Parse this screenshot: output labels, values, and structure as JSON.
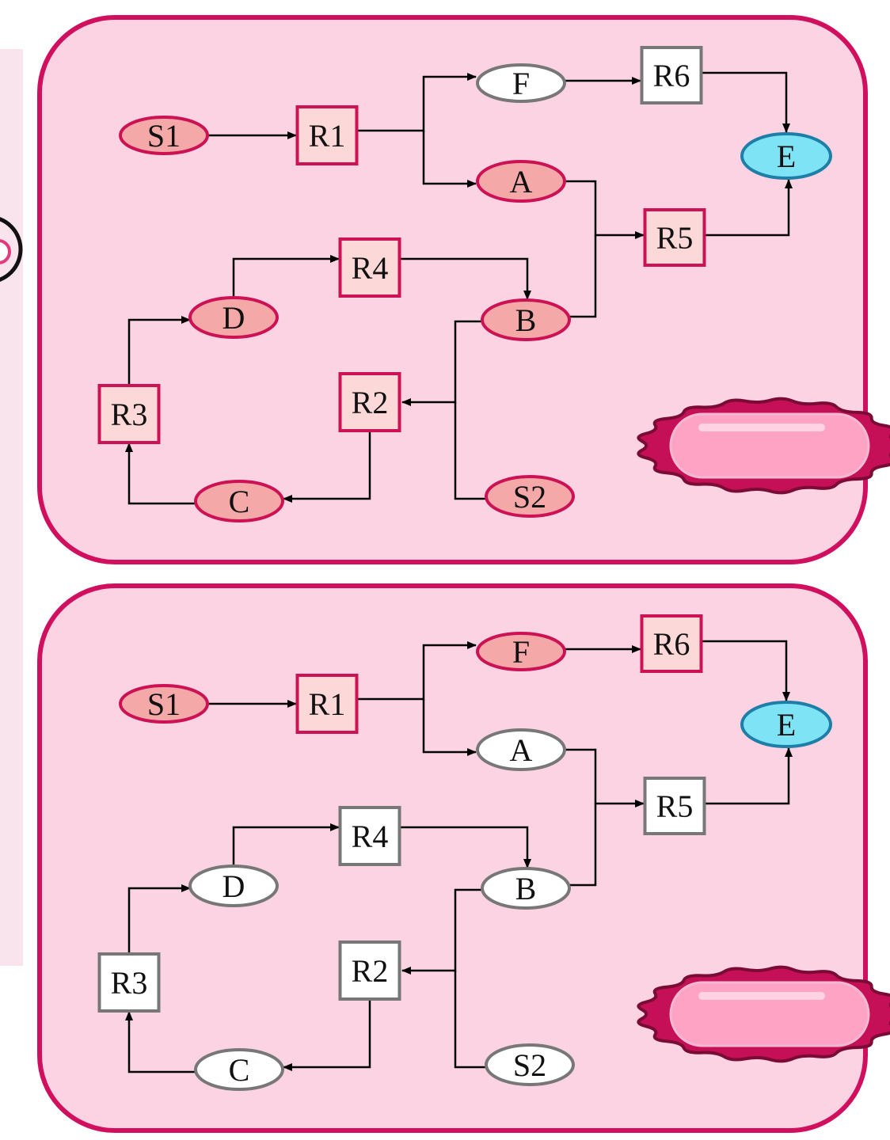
{
  "colors": {
    "panel_fill": "#fcd3e3",
    "panel_stroke": "#d0105f",
    "side_strip_fill": "#f9e4ee",
    "active_fill": "#f4a8a8",
    "active_stroke": "#cc1155",
    "reaction_active_fill": "#fcd8d8",
    "inactive_fill": "#ffffff",
    "inactive_stroke": "#777777",
    "target_fill": "#7fe3f6",
    "target_stroke": "#1d7fa7",
    "bacterium_body": "#c50f57",
    "bacterium_capsule": "#ffa3c5"
  },
  "panels": [
    {
      "id": "top",
      "nodes": [
        {
          "id": "S1",
          "label": "S1",
          "kind": "metabolite",
          "state": "active"
        },
        {
          "id": "R1",
          "label": "R1",
          "kind": "reaction",
          "state": "active"
        },
        {
          "id": "F",
          "label": "F",
          "kind": "metabolite",
          "state": "inactive"
        },
        {
          "id": "R6",
          "label": "R6",
          "kind": "reaction",
          "state": "inactive"
        },
        {
          "id": "A",
          "label": "A",
          "kind": "metabolite",
          "state": "active"
        },
        {
          "id": "E",
          "label": "E",
          "kind": "metabolite",
          "state": "target"
        },
        {
          "id": "R5",
          "label": "R5",
          "kind": "reaction",
          "state": "active"
        },
        {
          "id": "R4",
          "label": "R4",
          "kind": "reaction",
          "state": "active"
        },
        {
          "id": "D",
          "label": "D",
          "kind": "metabolite",
          "state": "active"
        },
        {
          "id": "B",
          "label": "B",
          "kind": "metabolite",
          "state": "active"
        },
        {
          "id": "R3",
          "label": "R3",
          "kind": "reaction",
          "state": "active"
        },
        {
          "id": "R2",
          "label": "R2",
          "kind": "reaction",
          "state": "active"
        },
        {
          "id": "C",
          "label": "C",
          "kind": "metabolite",
          "state": "active"
        },
        {
          "id": "S2",
          "label": "S2",
          "kind": "metabolite",
          "state": "active"
        }
      ]
    },
    {
      "id": "bottom",
      "nodes": [
        {
          "id": "S1",
          "label": "S1",
          "kind": "metabolite",
          "state": "active"
        },
        {
          "id": "R1",
          "label": "R1",
          "kind": "reaction",
          "state": "active"
        },
        {
          "id": "F",
          "label": "F",
          "kind": "metabolite",
          "state": "active"
        },
        {
          "id": "R6",
          "label": "R6",
          "kind": "reaction",
          "state": "active"
        },
        {
          "id": "A",
          "label": "A",
          "kind": "metabolite",
          "state": "inactive"
        },
        {
          "id": "E",
          "label": "E",
          "kind": "metabolite",
          "state": "target"
        },
        {
          "id": "R5",
          "label": "R5",
          "kind": "reaction",
          "state": "inactive"
        },
        {
          "id": "R4",
          "label": "R4",
          "kind": "reaction",
          "state": "inactive"
        },
        {
          "id": "D",
          "label": "D",
          "kind": "metabolite",
          "state": "inactive"
        },
        {
          "id": "B",
          "label": "B",
          "kind": "metabolite",
          "state": "inactive"
        },
        {
          "id": "R3",
          "label": "R3",
          "kind": "reaction",
          "state": "inactive"
        },
        {
          "id": "R2",
          "label": "R2",
          "kind": "reaction",
          "state": "inactive"
        },
        {
          "id": "C",
          "label": "C",
          "kind": "metabolite",
          "state": "inactive"
        },
        {
          "id": "S2",
          "label": "S2",
          "kind": "metabolite",
          "state": "inactive"
        }
      ]
    }
  ],
  "edges": [
    {
      "from": "S1",
      "to": "R1"
    },
    {
      "from": "R1",
      "to": "F"
    },
    {
      "from": "R1",
      "to": "A"
    },
    {
      "from": "F",
      "to": "R6"
    },
    {
      "from": "R6",
      "to": "E"
    },
    {
      "from": "A",
      "to": "R5"
    },
    {
      "from": "B",
      "to": "R5"
    },
    {
      "from": "R5",
      "to": "E"
    },
    {
      "from": "D",
      "to": "R4"
    },
    {
      "from": "R4",
      "to": "B"
    },
    {
      "from": "B",
      "to": "R2"
    },
    {
      "from": "S2",
      "to": "R2"
    },
    {
      "from": "R2",
      "to": "C"
    },
    {
      "from": "C",
      "to": "R3"
    },
    {
      "from": "R3",
      "to": "D"
    }
  ]
}
